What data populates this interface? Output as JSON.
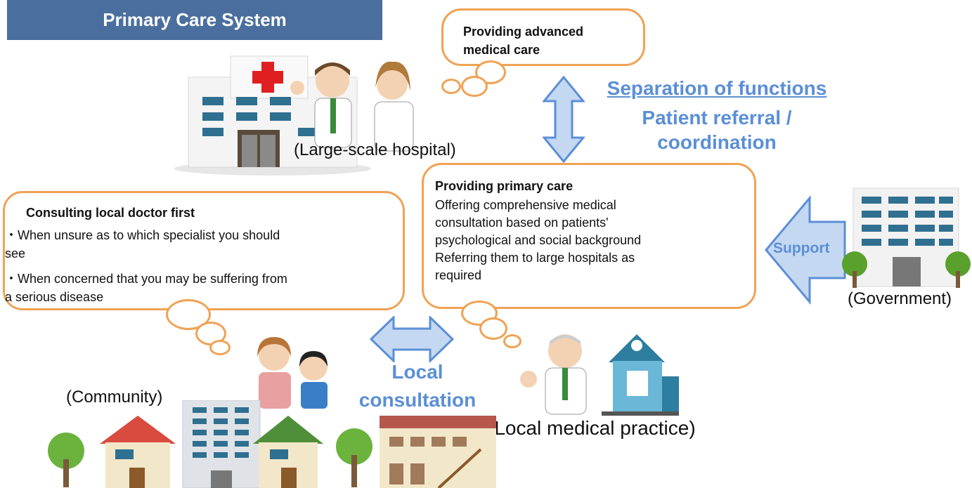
{
  "title": "Primary Care System",
  "bubble_advanced": {
    "line1": "Providing advanced",
    "line2": "medical care"
  },
  "separation": {
    "line1": "Separation of functions",
    "line2": "Patient referral /",
    "line3": "coordination"
  },
  "bubble_primary": {
    "title": "Providing primary care",
    "line1": "Offering comprehensive medical",
    "line2": "consultation based on patients'",
    "line3": "psychological and social background",
    "line4": "Referring them to large hospitals as",
    "line5": "required"
  },
  "bubble_local": {
    "title": "Consulting local doctor first",
    "line1": "・When unsure as to which specialist you should",
    "line2": "see",
    "line3": "・When concerned that you may be suffering from",
    "line4": "a serious disease"
  },
  "support_label": "Support",
  "captions": {
    "hospital": "(Large-scale hospital)",
    "government": "(Government)",
    "community": "(Community)",
    "practice": "(Local medical practice)"
  },
  "local_consultation": {
    "line1": "Local",
    "line2": "consultation"
  },
  "colors": {
    "title_bar": "#4a6f9e",
    "bubble_border": "#f0a254",
    "accent_blue": "#5b8fd6",
    "arrow_fill": "#c5d8f1"
  }
}
